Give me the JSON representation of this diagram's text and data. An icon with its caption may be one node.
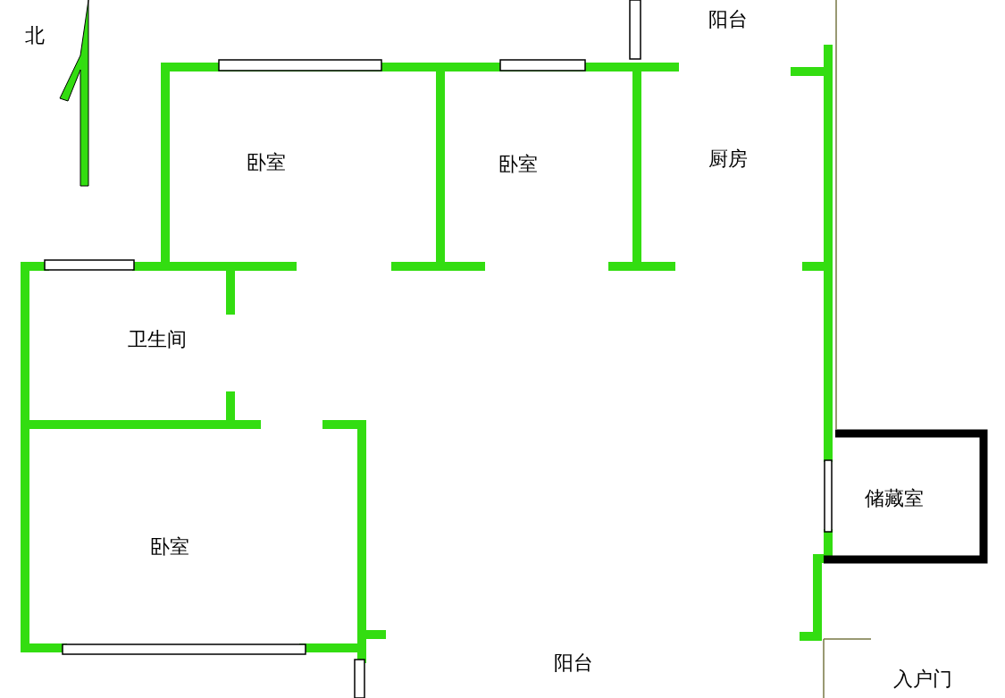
{
  "diagram": {
    "labels": [
      "北",
      "阳台",
      "卧室",
      "卧室",
      "厨房",
      "卫生间",
      "储藏室",
      "卧室",
      "阳台",
      "入户门"
    ]
  }
}
